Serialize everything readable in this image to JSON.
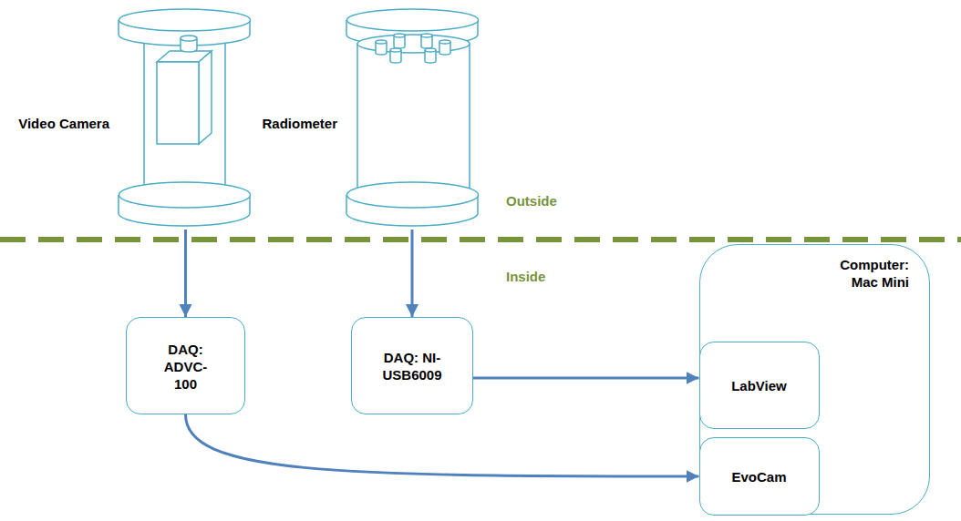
{
  "diagram": {
    "nodes": [
      {
        "text": [
          "Video Camera"
        ]
      },
      {
        "text": [
          "Radiometer"
        ]
      },
      {
        "text": [
          "DAQ: ADVC-100"
        ]
      },
      {
        "text": [
          "DAQ: NI-USB6009"
        ]
      },
      {
        "text": [
          "Computer: Mac Mini"
        ]
      },
      {
        "text": [
          "LabView"
        ],
        "in": 4
      },
      {
        "text": [
          "EvoCam"
        ],
        "in": 4
      }
    ],
    "edges": [
      {
        "from": 0,
        "to": 2,
        "arrow": "to"
      },
      {
        "from": 1,
        "to": 3,
        "arrow": "to"
      },
      {
        "from": 3,
        "to": 5,
        "arrow": "to"
      },
      {
        "from": 2,
        "to": 6,
        "arrow": "to"
      }
    ],
    "labels": [
      "Outside",
      "Inside"
    ]
  }
}
